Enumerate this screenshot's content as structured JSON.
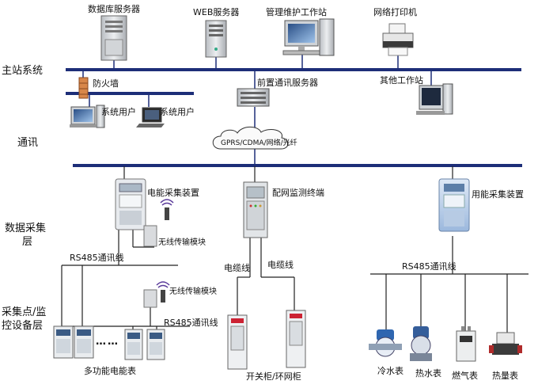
{
  "layers": {
    "main_station": "主站系统",
    "communication": "通讯",
    "data_collection_1": "数据采集",
    "data_collection_2": "层",
    "monitoring_1": "采集点/监",
    "monitoring_2": "控设备层"
  },
  "devices": {
    "database_server": "数据库服务器",
    "web_server": "WEB服务器",
    "admin_workstation": "管理维护工作站",
    "network_printer": "网络打印机",
    "firewall": "防火墙",
    "frontend_comm_server": "前置通讯服务器",
    "other_workstation": "其他工作站",
    "system_user_1": "系统用户",
    "system_user_2": "系统用户",
    "comm_network": "GPRS/CDMA/网络/光纤",
    "energy_collector": "电能采集装置",
    "wireless_module_1": "无线传输模块",
    "dist_monitor_terminal": "配网监测终端",
    "usage_collector": "用能采集装置",
    "rs485_line_1": "RS485通讯线",
    "rs485_line_2": "RS485通讯线",
    "rs485_line_3": "RS485通讯线",
    "cable_1": "电缆线",
    "cable_2": "电缆线",
    "wireless_module_2": "无线传输模块",
    "dots": "……",
    "multi_meter": "多功能电能表",
    "switchgear": "开关柜/环网柜",
    "cold_water_meter": "冷水表",
    "hot_water_meter": "热水表",
    "gas_meter": "燃气表",
    "heat_meter": "热量表"
  }
}
